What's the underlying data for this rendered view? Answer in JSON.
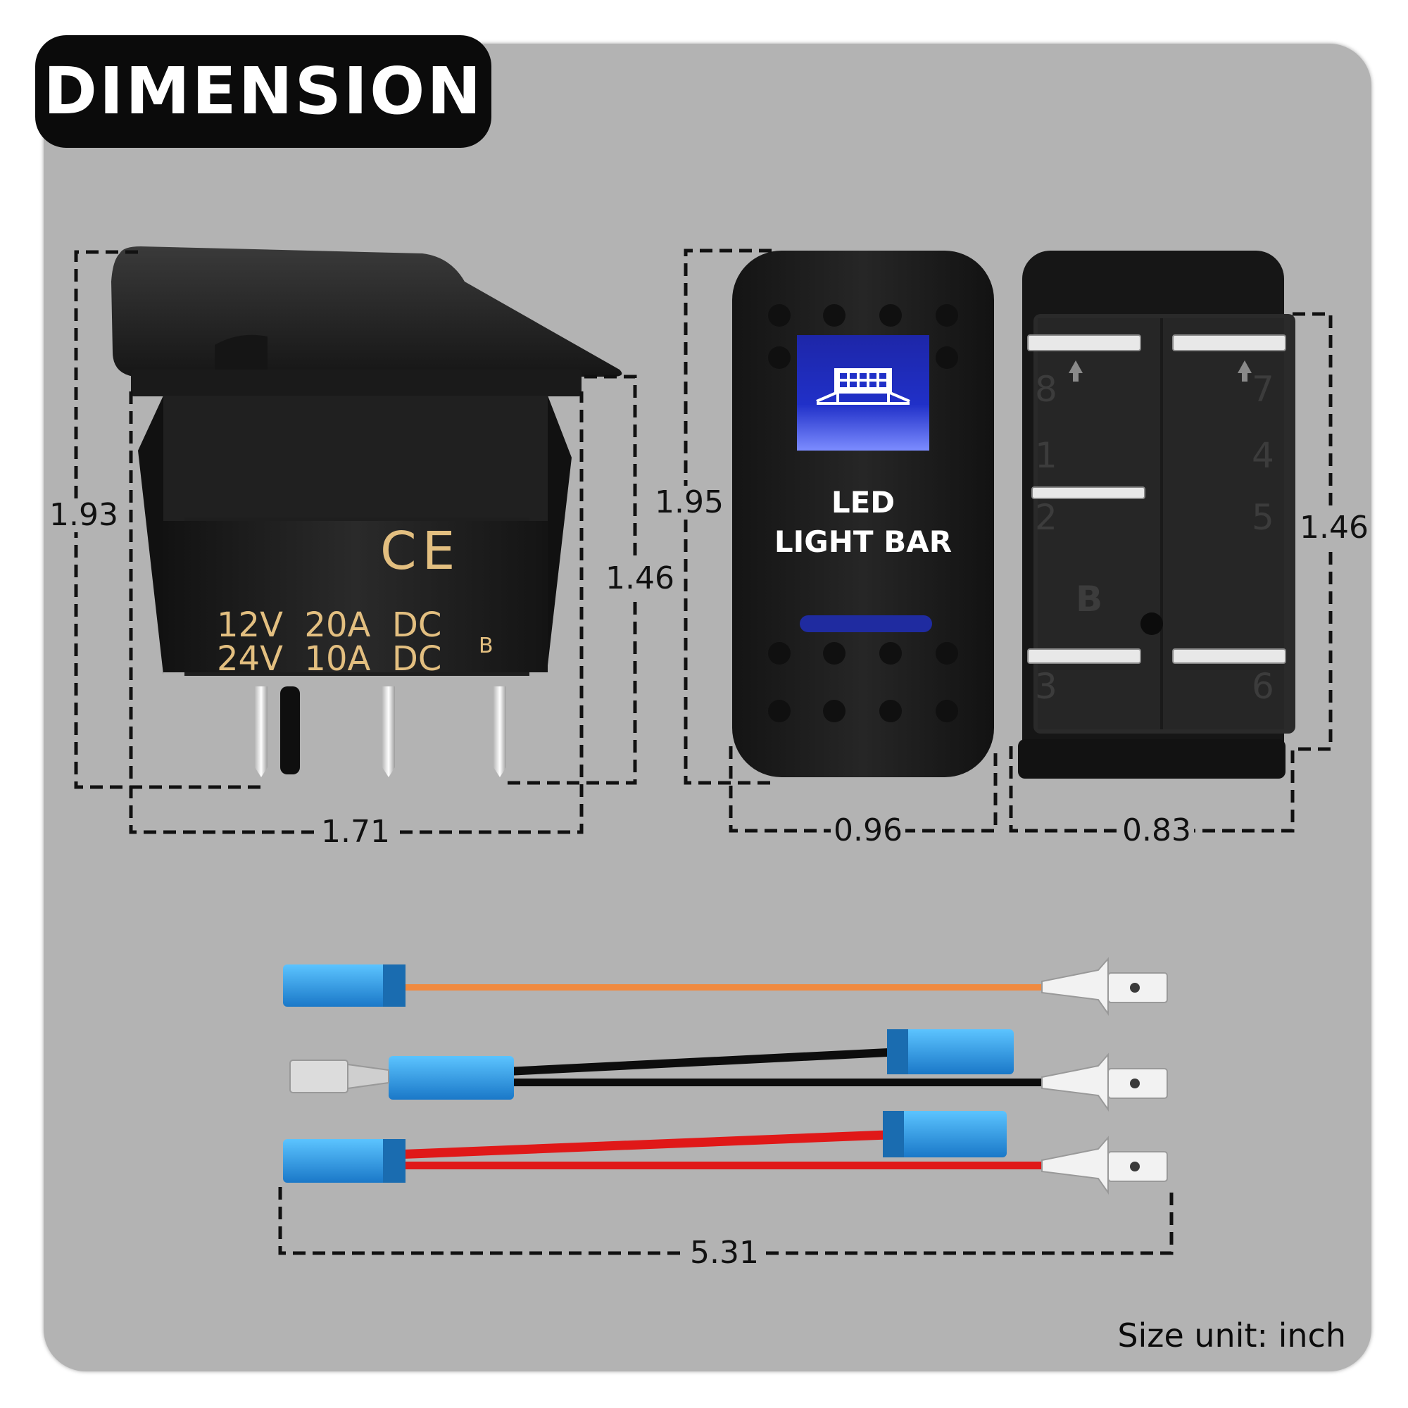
{
  "header": {
    "title": "DIMENSION"
  },
  "footer": {
    "size_unit": "Size unit: inch"
  },
  "dimensions": {
    "side_height": "1.93",
    "body_height": "1.46",
    "side_width": "1.71",
    "front_height": "1.95",
    "front_width": "0.96",
    "back_height": "1.46",
    "back_width": "0.83",
    "harness_length": "5.31"
  },
  "switch_markings": {
    "ce_mark": "CE",
    "rating_line1": "12V  20A  DC",
    "rating_line2": "24V  10A  DC",
    "variant": "B"
  },
  "rocker_face": {
    "label_line1": "LED",
    "label_line2": "LIGHT BAR",
    "icon": "light-bar-icon"
  },
  "back_pins": {
    "pin1": "1",
    "pin2": "2",
    "pin3": "3",
    "pin4": "4",
    "pin5": "5",
    "pin6": "6",
    "pin7": "7",
    "pin8": "8",
    "ground": "B"
  },
  "colors": {
    "background": "#b3b3b3",
    "switch_body": "#1c1c1c",
    "led_blue": "#3a4cff",
    "wire_orange": "#f08a40",
    "wire_black": "#0d0d0d",
    "wire_red": "#e01818",
    "connector_blue": "#2aa0ee",
    "marking_gold": "#e3bf80"
  }
}
